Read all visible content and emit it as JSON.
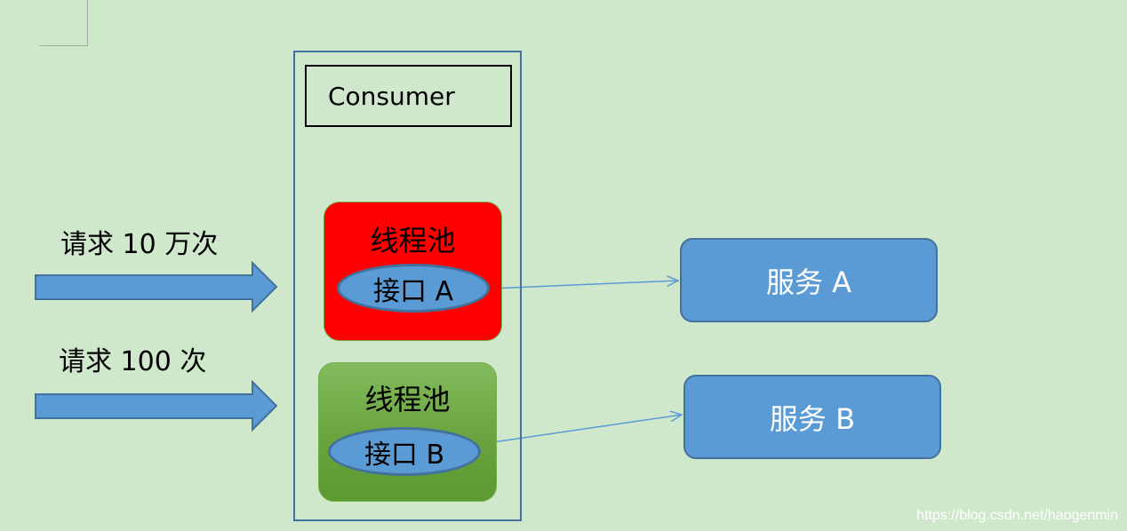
{
  "consumer": {
    "label": "Consumer"
  },
  "requests": [
    {
      "label": "请求 10 万次"
    },
    {
      "label": "请求 100 次"
    }
  ],
  "thread_pools": [
    {
      "title": "线程池",
      "interface": "接口 A",
      "color": "#ff0000"
    },
    {
      "title": "线程池",
      "interface": "接口 B",
      "color": "#70ad47"
    }
  ],
  "services": [
    {
      "label": "服务 A"
    },
    {
      "label": "服务 B"
    }
  ],
  "colors": {
    "background": "#cfe8cc",
    "blue_fill": "#5b9bd5",
    "blue_border": "#41719c"
  },
  "watermark": "https://blog.csdn.net/haogenmin"
}
